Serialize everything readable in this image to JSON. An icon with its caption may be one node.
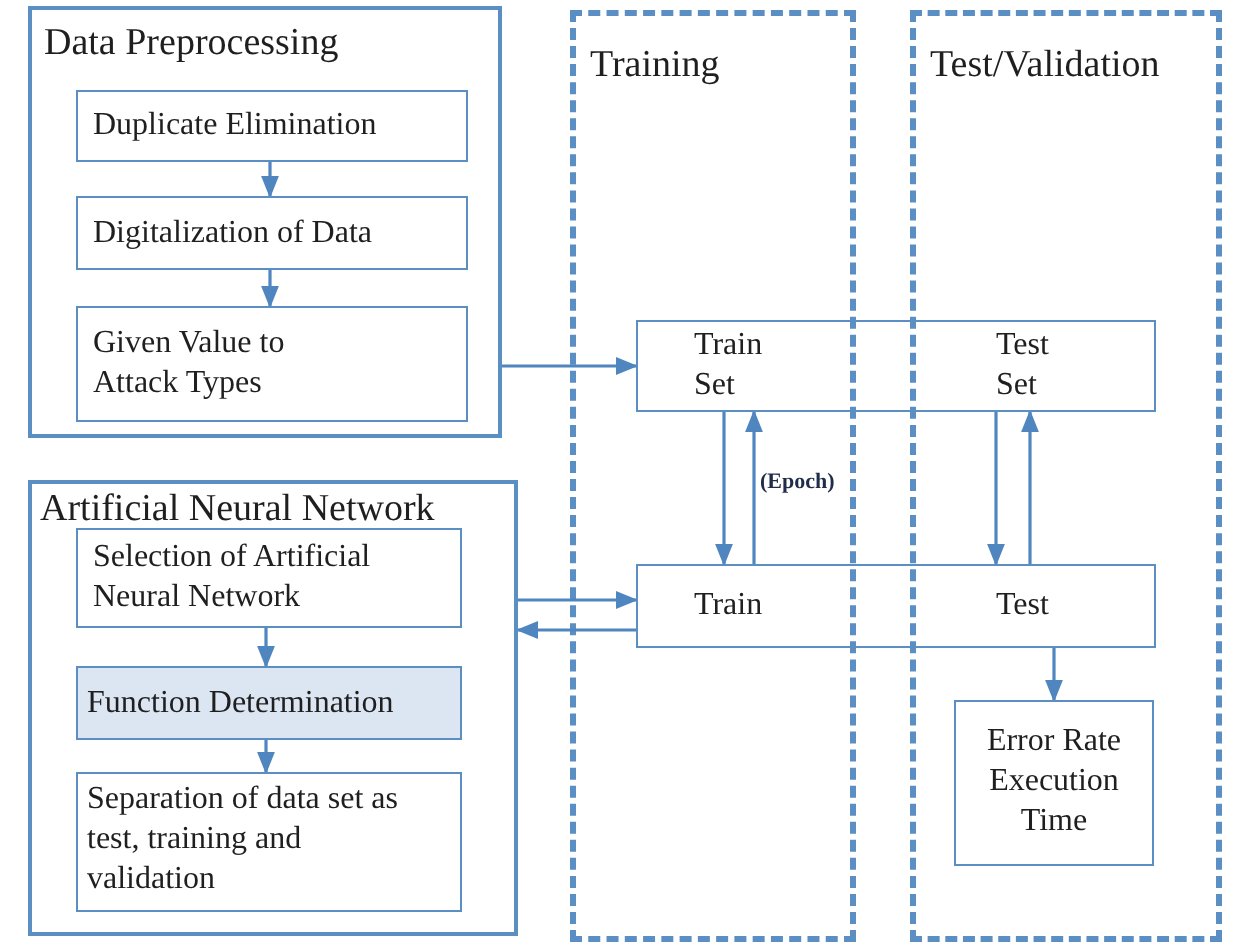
{
  "diagram": {
    "nodes": [
      {
        "text": [
          "Data Preprocessing"
        ]
      },
      {
        "text": [
          "Duplicate Elimination"
        ],
        "in": 0
      },
      {
        "text": [
          "Digitalization of Data"
        ],
        "in": 0
      },
      {
        "text": [
          "Given Value to Attack Types"
        ],
        "in": 0
      },
      {
        "text": [
          "Artificial Neural Network"
        ]
      },
      {
        "text": [
          "Selection of Artificial Neural Network"
        ],
        "in": 4
      },
      {
        "text": [
          "Function Determination"
        ],
        "in": 4
      },
      {
        "text": [
          "Separation of data set as test, training and validation"
        ],
        "in": 4
      },
      {
        "text": [
          "Train Set",
          "Test Set"
        ]
      },
      {
        "text": [
          "Train",
          "Test"
        ]
      },
      {
        "text": [
          "Error Rate Execution Time"
        ]
      }
    ],
    "edges": [
      {
        "from": 1,
        "to": 2,
        "arrow": "to"
      },
      {
        "from": 2,
        "to": 3,
        "arrow": "to"
      },
      {
        "from": 0,
        "to": 8,
        "arrow": "to"
      },
      {
        "from": 8,
        "to": 9,
        "arrow": "to"
      },
      {
        "from": 9,
        "to": 8,
        "arrow": "to",
        "label": "(Epoch)"
      },
      {
        "from": 8,
        "to": 9,
        "arrow": "to"
      },
      {
        "from": 9,
        "to": 8,
        "arrow": "to"
      },
      {
        "from": 5,
        "to": 6,
        "arrow": "to"
      },
      {
        "from": 6,
        "to": 7,
        "arrow": "to"
      },
      {
        "from": 4,
        "to": 9,
        "arrow": "to"
      },
      {
        "from": 9,
        "to": 4,
        "arrow": "to"
      },
      {
        "from": 9,
        "to": 10,
        "arrow": "to"
      }
    ],
    "labels": [
      "Training",
      "Test/Validation"
    ]
  }
}
